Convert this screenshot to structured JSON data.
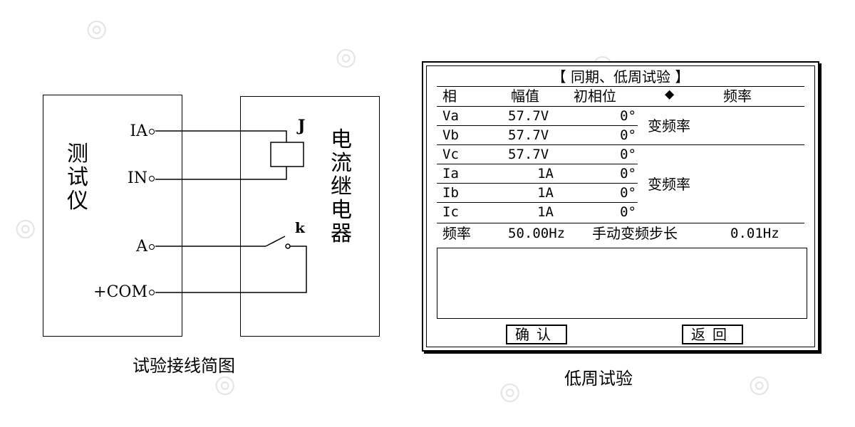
{
  "diagram": {
    "tester_label": "测试仪",
    "relay_label": "电流继电器",
    "terminals": [
      {
        "id": "ia",
        "label": "IA"
      },
      {
        "id": "in",
        "label": "IN"
      },
      {
        "id": "a",
        "label": "A"
      },
      {
        "id": "com",
        "label": "+COM"
      }
    ],
    "coil_label": "J",
    "contact_label": "k",
    "caption": "试验接线简图"
  },
  "screen": {
    "title": "【 同期、低周试验 】",
    "headers": {
      "phase": "相",
      "amplitude": "幅值",
      "initial_phase": "初相位",
      "arrows": "◆",
      "frequency": "频率"
    },
    "voltage_rows": [
      {
        "name": "Va",
        "amplitude": "57.7V",
        "phase": "0°"
      },
      {
        "name": "Vb",
        "amplitude": "57.7V",
        "phase": "0°"
      },
      {
        "name": "Vc",
        "amplitude": "57.7V",
        "phase": "0°"
      }
    ],
    "current_rows": [
      {
        "name": "Ia",
        "amplitude": "1A",
        "phase": "0°"
      },
      {
        "name": "Ib",
        "amplitude": "1A",
        "phase": "0°"
      },
      {
        "name": "Ic",
        "amplitude": "1A",
        "phase": "0°"
      }
    ],
    "voltage_freq": "变频率",
    "current_freq": "变频率",
    "freq_row": {
      "label": "频率",
      "value": "50.00Hz",
      "step_label": "手动变频步长",
      "step_value": "0.01Hz"
    },
    "buttons": {
      "confirm": "确认",
      "back": "返回"
    },
    "caption": "低周试验"
  }
}
